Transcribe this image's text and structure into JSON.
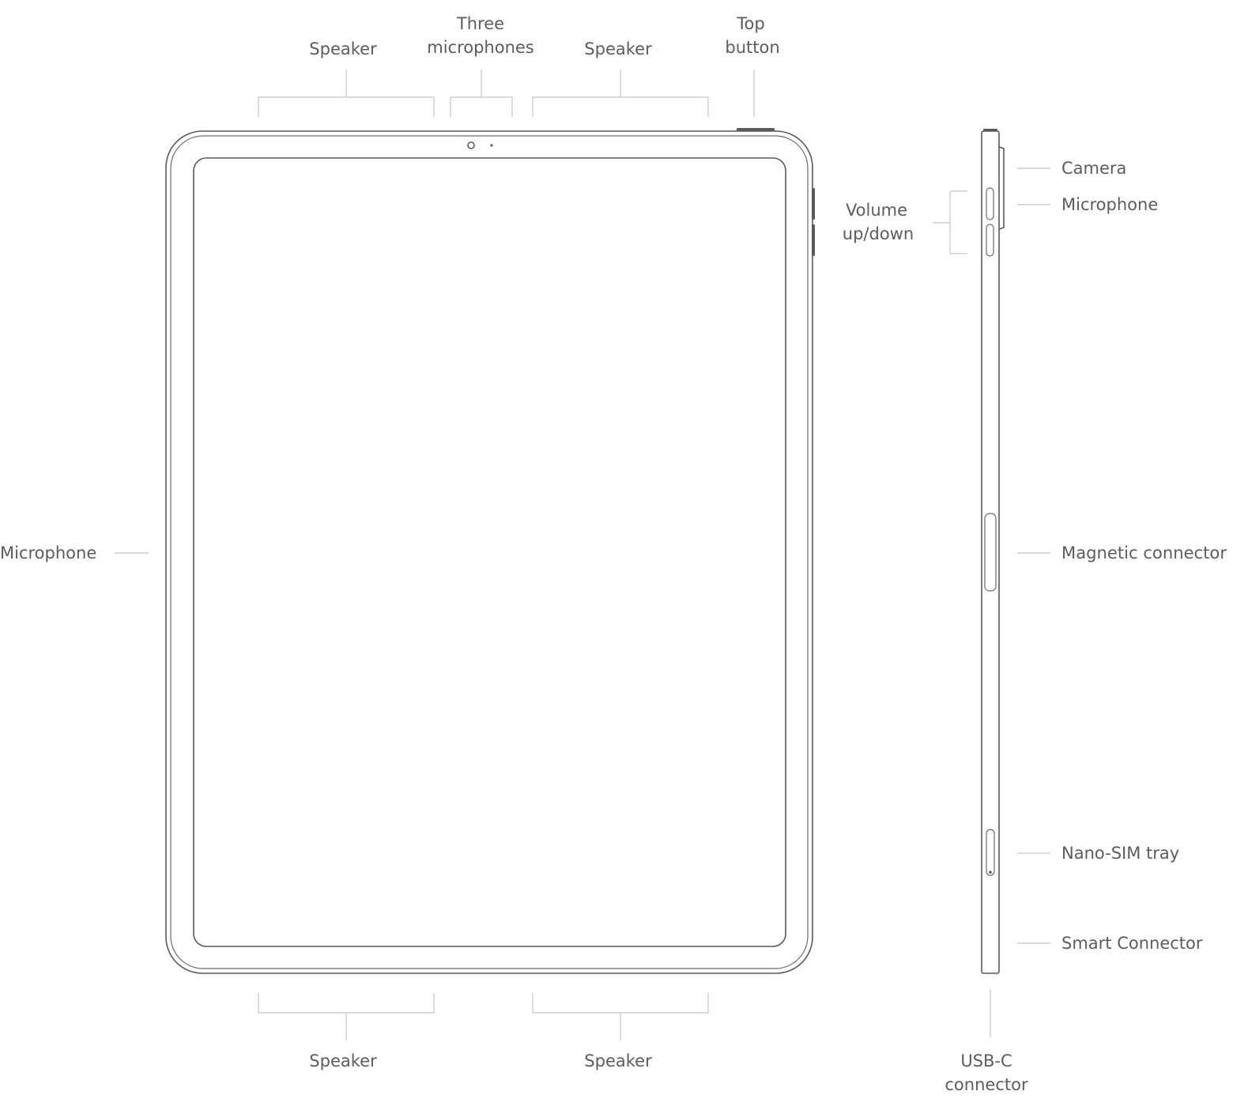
{
  "labels": {
    "speaker_top_left": "Speaker",
    "three_microphones_line1": "Three",
    "three_microphones_line2": "microphones",
    "speaker_top_right": "Speaker",
    "top_button_line1": "Top",
    "top_button_line2": "button",
    "microphone_left": "Microphone",
    "speaker_bottom_left": "Speaker",
    "speaker_bottom_right": "Speaker",
    "volume_line1": "Volume",
    "volume_line2": "up/down",
    "camera": "Camera",
    "microphone_right": "Microphone",
    "magnetic_connector": "Magnetic connector",
    "nano_sim_tray": "Nano-SIM tray",
    "smart_connector": "Smart Connector",
    "usbc_line1": "USB-C",
    "usbc_line2": "connector"
  }
}
